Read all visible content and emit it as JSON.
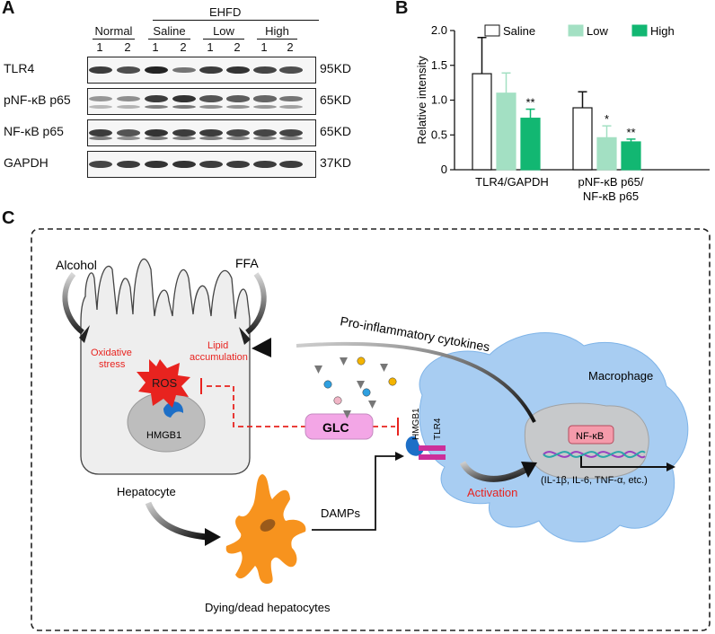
{
  "panels": {
    "a": "A",
    "b": "B",
    "c": "C"
  },
  "western_blot": {
    "ehfd_label": "EHFD",
    "groups": [
      "Normal",
      "Saline",
      "Low",
      "High"
    ],
    "lane_numbers": [
      "1",
      "2",
      "1",
      "2",
      "1",
      "2",
      "1",
      "2"
    ],
    "rows": [
      {
        "label": "TLR4",
        "kd": "95KD",
        "intensity": [
          0.8,
          0.7,
          0.95,
          0.45,
          0.8,
          0.85,
          0.75,
          0.7
        ]
      },
      {
        "label": "pNF-κB p65",
        "kd": "65KD",
        "intensity": [
          0.25,
          0.3,
          0.8,
          0.85,
          0.65,
          0.6,
          0.55,
          0.45
        ]
      },
      {
        "label": "NF-κB p65",
        "kd": "65KD",
        "intensity": [
          0.8,
          0.65,
          0.85,
          0.8,
          0.8,
          0.75,
          0.75,
          0.75
        ]
      },
      {
        "label": "GAPDH",
        "kd": "37KD",
        "intensity": [
          0.75,
          0.8,
          0.85,
          0.85,
          0.8,
          0.8,
          0.8,
          0.8
        ]
      }
    ]
  },
  "chart_data": {
    "type": "bar",
    "ylabel": "Relative intensity",
    "ylim": [
      0,
      2.0
    ],
    "yticks": [
      "0",
      "0.5",
      "1.0",
      "1.5",
      "2.0"
    ],
    "categories": [
      "TLR4/GAPDH",
      "pNF-κB p65/\nNF-κB p65"
    ],
    "category_lines": [
      [
        "TLR4/GAPDH"
      ],
      [
        "pNF-κB p65/",
        "NF-κB p65"
      ]
    ],
    "legend_position": "top",
    "series": [
      {
        "name": "Saline",
        "color": "#ffffff",
        "values": [
          1.38,
          0.89
        ],
        "errors": [
          0.52,
          0.23
        ],
        "sig": [
          "",
          ""
        ]
      },
      {
        "name": "Low",
        "color": "#a3e0c3",
        "values": [
          1.1,
          0.46
        ],
        "errors": [
          0.29,
          0.17
        ],
        "sig": [
          "",
          "*"
        ]
      },
      {
        "name": "High",
        "color": "#12b772",
        "values": [
          0.74,
          0.4
        ],
        "errors": [
          0.13,
          0.04
        ],
        "sig": [
          "**",
          "**"
        ]
      }
    ]
  },
  "diagram": {
    "alcohol": "Alcohol",
    "ffa": "FFA",
    "oxidative_stress": [
      "Oxidative",
      "stress"
    ],
    "lipid_accumulation": [
      "Lipid",
      "accumulation"
    ],
    "ros": "ROS",
    "hmgb1": "HMGB1",
    "hepatocyte": "Hepatocyte",
    "glc": "GLC",
    "pro_inflammatory": "Pro-inflammatory cytokines",
    "macrophage": "Macrophage",
    "nfkb": "NF-κB",
    "cytokines_out": "(IL-1β,  IL-6, TNF-α, etc.)",
    "activation": "Activation",
    "damps": "DAMPs",
    "dying": "Dying/dead hepatocytes",
    "receptor_hmgb1": "HMGB1",
    "receptor_tlr4": "TLR4",
    "colors": {
      "red": "#e8231f",
      "glc_fill": "#f3a6e6",
      "macrophage": "#a8cdf2",
      "dying_cell": "#f7931e",
      "receptor": "#cc2f9a",
      "hmgb1_blue": "#1d6fc7"
    }
  }
}
